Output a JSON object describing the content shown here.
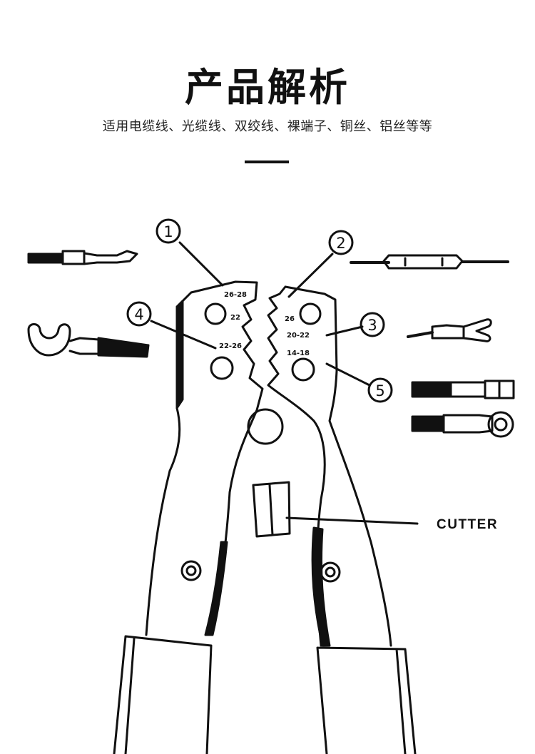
{
  "header": {
    "title": "产品解析",
    "subtitle": "适用电缆线、光缆线、双绞线、裸端子、铜丝、铝丝等等"
  },
  "diagram": {
    "callouts": [
      {
        "number": "1"
      },
      {
        "number": "2"
      },
      {
        "number": "3"
      },
      {
        "number": "4"
      },
      {
        "number": "5"
      }
    ],
    "die_labels": [
      "26-28",
      "22",
      "22-26",
      "26",
      "20-22",
      "14-18"
    ],
    "cutter_label": "CUTTER"
  },
  "colors": {
    "ink": "#111111",
    "background": "#ffffff"
  }
}
